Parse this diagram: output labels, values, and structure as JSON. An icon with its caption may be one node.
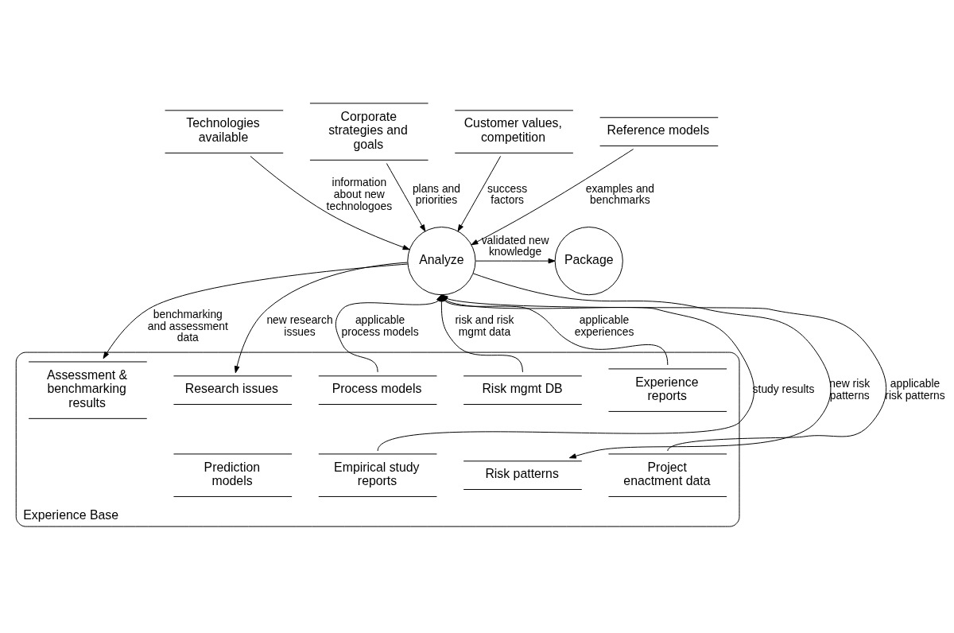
{
  "diagram": {
    "nodes": [
      {
        "text": [
          "Technologies available"
        ]
      },
      {
        "text": [
          "Corporate strategies and goals"
        ]
      },
      {
        "text": [
          "Customer values, competition"
        ]
      },
      {
        "text": [
          "Package"
        ]
      },
      {
        "text": [
          "Reference models"
        ]
      },
      {
        "text": [
          "Analyze"
        ]
      },
      {
        "text": [
          "Experience Base"
        ]
      },
      {
        "text": [
          "Process models"
        ],
        "in": 6
      },
      {
        "text": [
          "Research issues"
        ],
        "in": 6
      },
      {
        "text": [
          "Experience reports"
        ],
        "in": 6
      },
      {
        "text": [
          "Risk mgmt DB"
        ],
        "in": 6
      },
      {
        "text": [
          "Assessment & benchmarking results"
        ],
        "in": 6
      },
      {
        "text": [
          "Empirical study reports"
        ],
        "in": 6
      },
      {
        "text": [
          "Prediction models"
        ],
        "in": 6
      },
      {
        "text": [
          "Project enactment data"
        ],
        "in": 6
      },
      {
        "text": [
          "Risk patterns"
        ],
        "in": 6
      }
    ],
    "edges": [
      {
        "from": 0,
        "to": 5,
        "arrow": "to",
        "label": "information about new technologoes"
      },
      {
        "from": 1,
        "to": 5,
        "arrow": "to",
        "label": "plans and priorities"
      },
      {
        "from": 2,
        "to": 5,
        "arrow": "to",
        "label": "success factors"
      },
      {
        "from": 4,
        "to": 5,
        "arrow": "to",
        "label": "examples and benchmarks"
      },
      {
        "from": 5,
        "to": 3,
        "arrow": "to",
        "label": "validated new knowledge"
      },
      {
        "from": 7,
        "to": 5,
        "arrow": "to",
        "label": "applicable process models"
      },
      {
        "from": 12,
        "to": 5,
        "arrow": "to",
        "label": "study results"
      },
      {
        "from": 5,
        "to": 8,
        "arrow": "to",
        "label": "new research issues"
      },
      {
        "from": 9,
        "to": 5,
        "arrow": "to",
        "label": "applicable experiences"
      },
      {
        "from": 14,
        "to": 5,
        "arrow": "to",
        "label": "applicable risk patterns"
      },
      {
        "from": 10,
        "to": 5,
        "arrow": "to",
        "label": "risk and risk mgmt data"
      },
      {
        "from": 5,
        "to": 15,
        "arrow": "to",
        "label": "new risk patterns"
      },
      {
        "from": 5,
        "to": 11,
        "arrow": "to",
        "label": "benchmarking and assessment data"
      }
    ]
  }
}
